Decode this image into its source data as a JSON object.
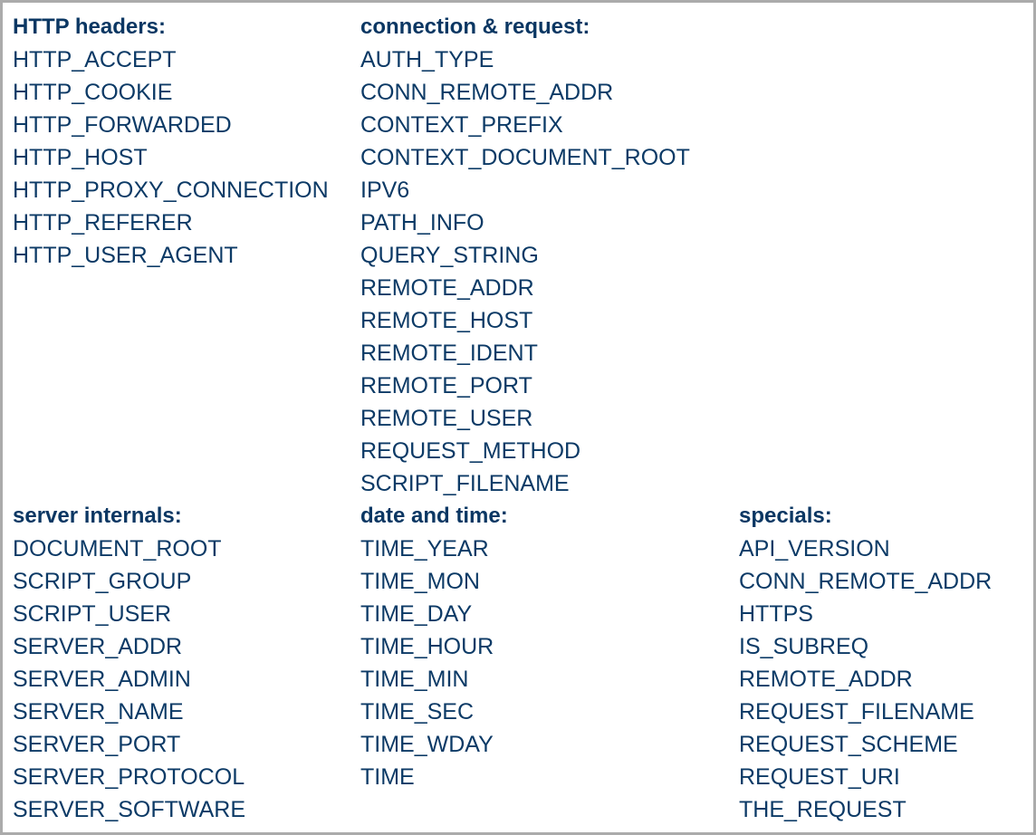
{
  "colors": {
    "text": "#0c3a66",
    "heading": "#0b3763",
    "border": "#ababab",
    "background": "#ffffff"
  },
  "blocks": [
    {
      "headings": {
        "col1": "HTTP headers:",
        "col2": "connection & request:",
        "col3": ""
      },
      "rows": [
        {
          "col1": "HTTP_ACCEPT",
          "col2": "AUTH_TYPE",
          "col3": ""
        },
        {
          "col1": "HTTP_COOKIE",
          "col2": "CONN_REMOTE_ADDR",
          "col3": ""
        },
        {
          "col1": "HTTP_FORWARDED",
          "col2": "CONTEXT_PREFIX",
          "col3": ""
        },
        {
          "col1": "HTTP_HOST",
          "col2": "CONTEXT_DOCUMENT_ROOT",
          "col3": ""
        },
        {
          "col1": "HTTP_PROXY_CONNECTION",
          "col2": "IPV6",
          "col3": ""
        },
        {
          "col1": "HTTP_REFERER",
          "col2": "PATH_INFO",
          "col3": ""
        },
        {
          "col1": "HTTP_USER_AGENT",
          "col2": "QUERY_STRING",
          "col3": ""
        },
        {
          "col1": "",
          "col2": "REMOTE_ADDR",
          "col3": ""
        },
        {
          "col1": "",
          "col2": "REMOTE_HOST",
          "col3": ""
        },
        {
          "col1": "",
          "col2": "REMOTE_IDENT",
          "col3": ""
        },
        {
          "col1": "",
          "col2": "REMOTE_PORT",
          "col3": ""
        },
        {
          "col1": "",
          "col2": "REMOTE_USER",
          "col3": ""
        },
        {
          "col1": "",
          "col2": "REQUEST_METHOD",
          "col3": ""
        },
        {
          "col1": "",
          "col2": "SCRIPT_FILENAME",
          "col3": ""
        }
      ]
    },
    {
      "headings": {
        "col1": "server internals:",
        "col2": "date and time:",
        "col3": "specials:"
      },
      "rows": [
        {
          "col1": "DOCUMENT_ROOT",
          "col2": "TIME_YEAR",
          "col3": "API_VERSION"
        },
        {
          "col1": "SCRIPT_GROUP",
          "col2": "TIME_MON",
          "col3": "CONN_REMOTE_ADDR"
        },
        {
          "col1": "SCRIPT_USER",
          "col2": "TIME_DAY",
          "col3": "HTTPS"
        },
        {
          "col1": "SERVER_ADDR",
          "col2": "TIME_HOUR",
          "col3": "IS_SUBREQ"
        },
        {
          "col1": "SERVER_ADMIN",
          "col2": "TIME_MIN",
          "col3": "REMOTE_ADDR"
        },
        {
          "col1": "SERVER_NAME",
          "col2": "TIME_SEC",
          "col3": "REQUEST_FILENAME"
        },
        {
          "col1": "SERVER_PORT",
          "col2": "TIME_WDAY",
          "col3": "REQUEST_SCHEME"
        },
        {
          "col1": "SERVER_PROTOCOL",
          "col2": "TIME",
          "col3": "REQUEST_URI"
        },
        {
          "col1": "SERVER_SOFTWARE",
          "col2": "",
          "col3": "THE_REQUEST"
        }
      ]
    }
  ]
}
